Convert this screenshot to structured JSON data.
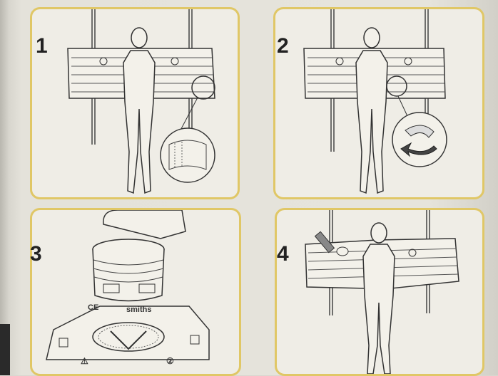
{
  "steps": [
    {
      "number": "1"
    },
    {
      "number": "2"
    },
    {
      "number": "3"
    },
    {
      "number": "4"
    }
  ],
  "device_markings": {
    "ce_mark": "CE",
    "brand": "smiths",
    "warning_symbol": "⚠",
    "single_use_symbol": "②"
  }
}
